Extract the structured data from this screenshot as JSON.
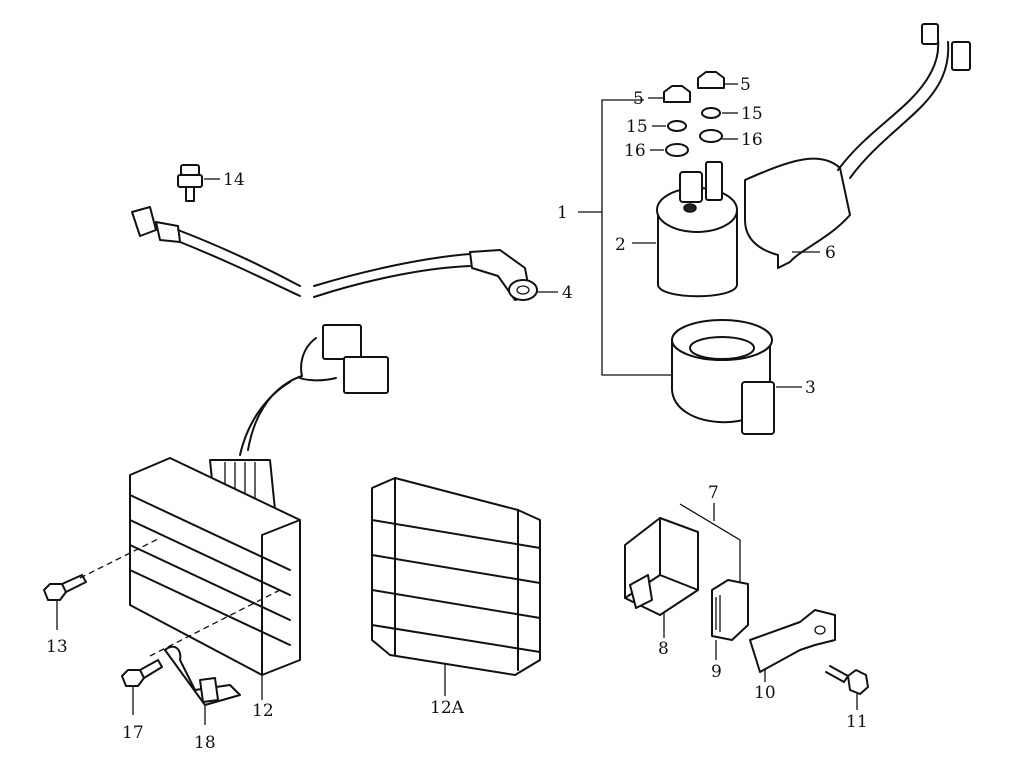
{
  "callouts": {
    "c1": "1",
    "c2": "2",
    "c3": "3",
    "c4": "4",
    "c5a": "5",
    "c5b": "5",
    "c6": "6",
    "c7": "7",
    "c8": "8",
    "c9": "9",
    "c10": "10",
    "c11": "11",
    "c12": "12",
    "c12a": "12A",
    "c13": "13",
    "c14": "14",
    "c15a": "15",
    "c15b": "15",
    "c16a": "16",
    "c16b": "16",
    "c17": "17",
    "c18": "18"
  },
  "colors": {
    "line": "#111111",
    "background": "#ffffff"
  }
}
